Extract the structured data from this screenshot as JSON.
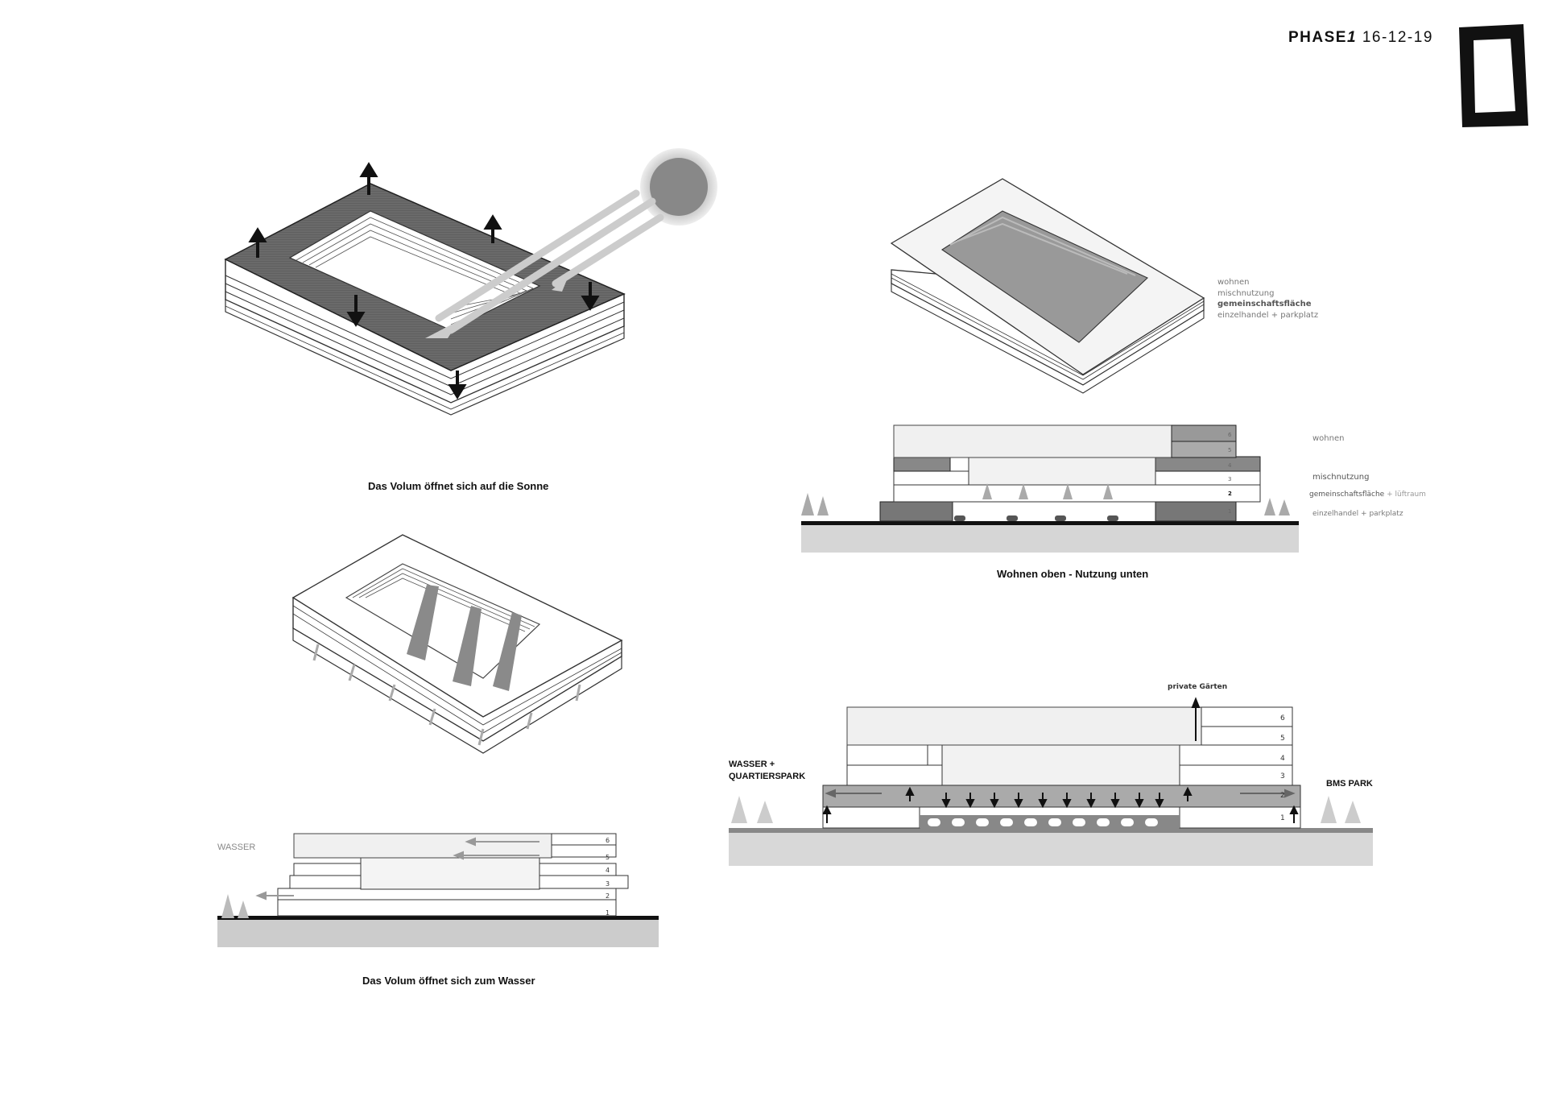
{
  "header": {
    "phase": "PHASE",
    "phase_num": "1",
    "date": "16-12-19"
  },
  "captions": {
    "sun": "Das Volum öffnet sich auf die Sonne",
    "water": "Das Volum öffnet sich zum Wasser",
    "living": "Wohnen oben - Nutzung unten"
  },
  "legend_axo": [
    "wohnen",
    "mischnutzung",
    "gemeinschaftsfläche",
    "einzelhandel + parkplatz"
  ],
  "legend_section": {
    "wohnen": "wohnen",
    "mischnutzung": "mischnutzung",
    "gemeinschaft": "gemeinschaftsfläche",
    "luftraum": "+ lüftraum",
    "einzelhandel": "einzelhandel + parkplatz"
  },
  "labels": {
    "wasser": "WASSER",
    "wasser_park_1": "WASSER +",
    "wasser_park_2": "QUARTIERSPARK",
    "bms": "BMS PARK",
    "private": "private Gärten"
  },
  "floor_numbers": [
    "1",
    "2",
    "3",
    "4",
    "5",
    "6"
  ]
}
